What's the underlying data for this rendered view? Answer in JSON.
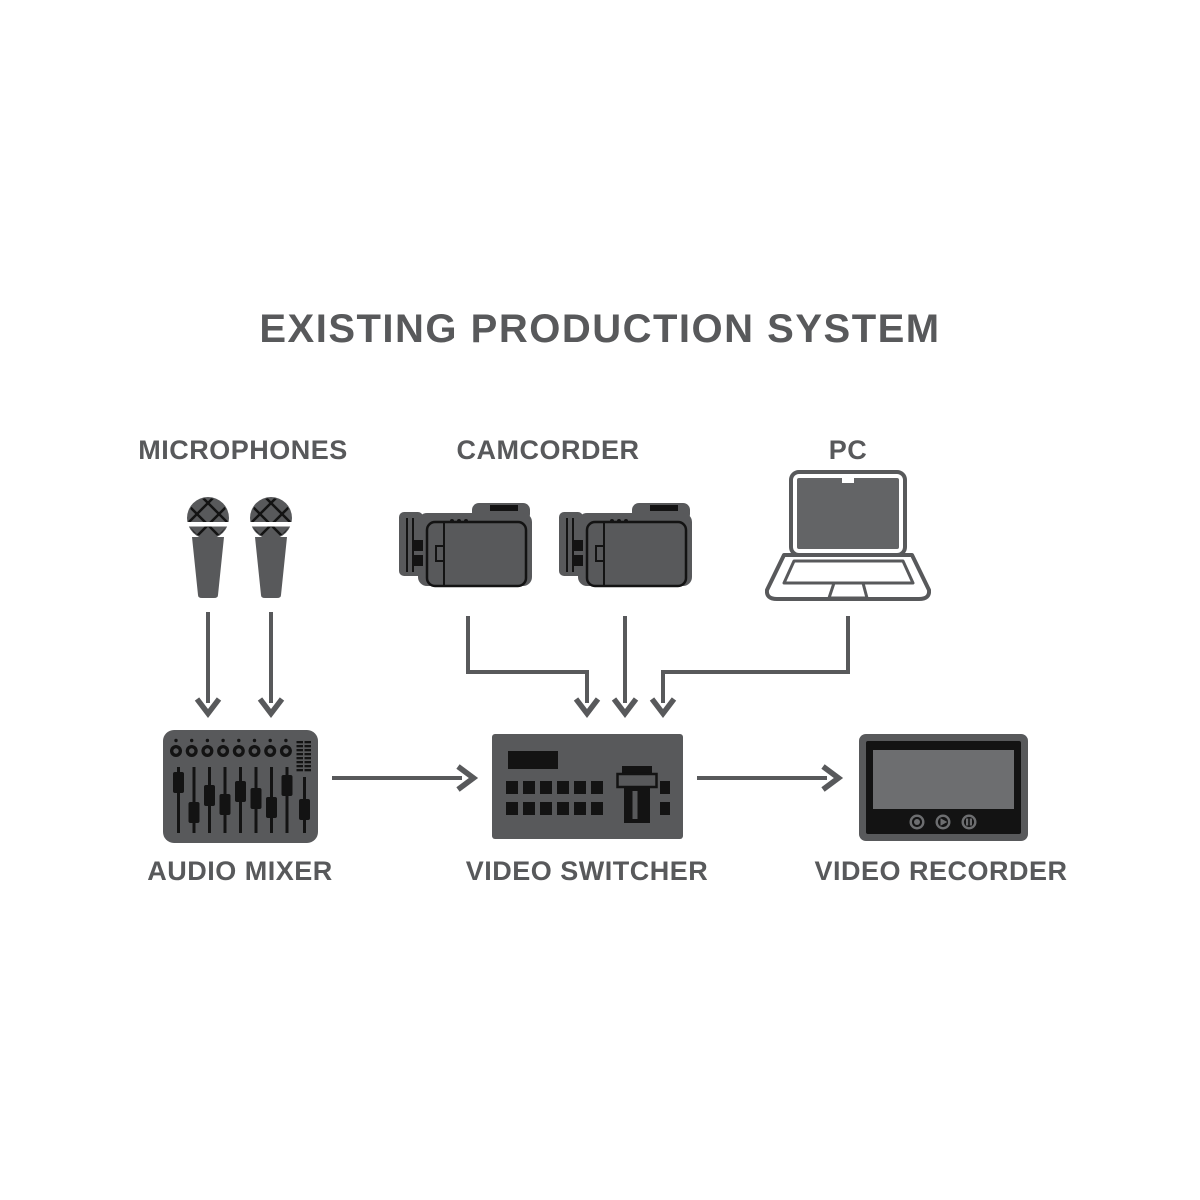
{
  "title": "EXISTING PRODUCTION SYSTEM",
  "colors": {
    "ink": "#58595b",
    "detail": "#131313",
    "screen_gray": "#6d6e70",
    "bg": "#ffffff"
  },
  "nodes": {
    "microphones": {
      "label": "MICROPHONES",
      "icon": "microphone-icon",
      "count": 2
    },
    "camcorder": {
      "label": "CAMCORDER",
      "icon": "camcorder-icon",
      "count": 2
    },
    "pc": {
      "label": "PC",
      "icon": "laptop-icon",
      "count": 1
    },
    "audio_mixer": {
      "label": "AUDIO MIXER",
      "icon": "audio-mixer-icon"
    },
    "video_switcher": {
      "label": "VIDEO SWITCHER",
      "icon": "video-switcher-icon"
    },
    "video_recorder": {
      "label": "VIDEO RECORDER",
      "icon": "video-recorder-icon"
    }
  },
  "connections": [
    {
      "from": "microphone-1",
      "to": "audio-mixer"
    },
    {
      "from": "microphone-2",
      "to": "audio-mixer"
    },
    {
      "from": "camcorder-1",
      "to": "video-switcher"
    },
    {
      "from": "camcorder-2",
      "to": "video-switcher"
    },
    {
      "from": "pc",
      "to": "video-switcher"
    },
    {
      "from": "audio-mixer",
      "to": "video-switcher"
    },
    {
      "from": "video-switcher",
      "to": "video-recorder"
    }
  ]
}
